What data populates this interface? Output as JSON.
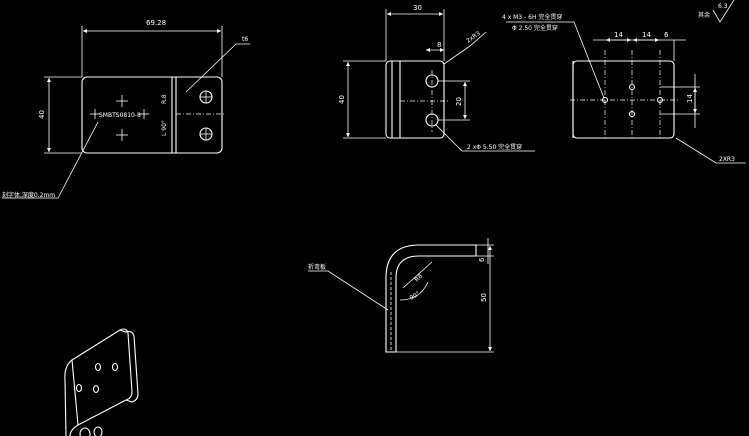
{
  "view_front": {
    "dim_width": "69.28",
    "dim_height": "40",
    "dim_thickness": "t6",
    "bend_note": "R.8",
    "bend_angle": "L 90°",
    "part_label": "SMBTS0810-8",
    "note": "刻字体,深度0.2mm"
  },
  "view_side": {
    "dim_width": "30",
    "dim_offset": "8",
    "dim_height": "40",
    "dim_spacing": "20",
    "radius_note": "2xR3",
    "hole_note": "2 xΦ 5.50 完全贯穿"
  },
  "view_right": {
    "thread_note": "4 x M3 - 6H 完全贯穿",
    "drill_note": "Φ 2.50 完全贯穿",
    "surface_finish": "6.3",
    "finish_label": "其余",
    "dim_a": "14",
    "dim_b": "14",
    "dim_c": "6",
    "dim_v": "14",
    "radius_note": "2XR3"
  },
  "view_bend": {
    "material_note": "折弯板",
    "dim_thickness": "6",
    "dim_height": "50",
    "radius": "R8",
    "angle": "90°"
  }
}
